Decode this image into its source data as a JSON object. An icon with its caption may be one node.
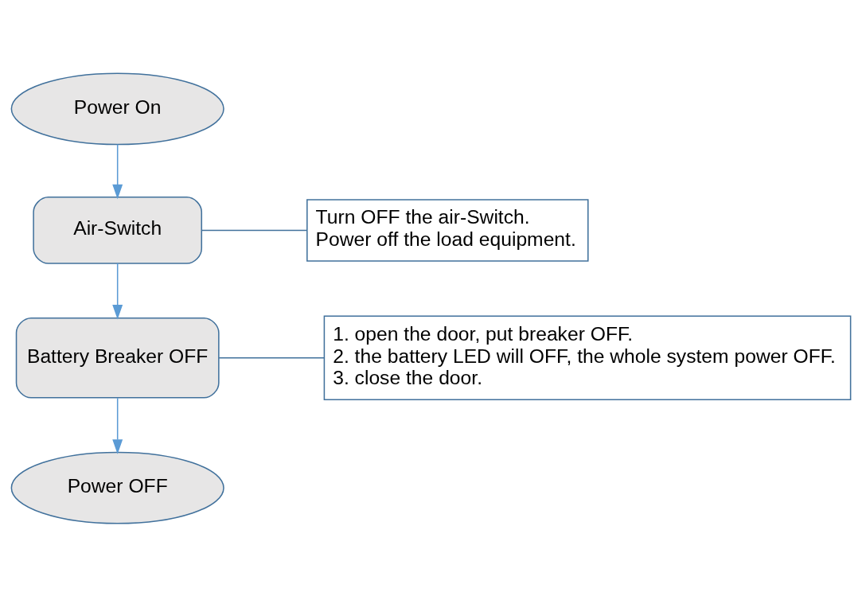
{
  "diagram": {
    "nodes": [
      {
        "text": [
          "Power On"
        ]
      },
      {
        "text": [
          "Air-Switch"
        ]
      },
      {
        "text": [
          "Battery Breaker OFF"
        ]
      },
      {
        "text": [
          "Power OFF"
        ]
      },
      {
        "text": [
          "Turn OFF the air-Switch.",
          "Power off the load equipment."
        ]
      },
      {
        "text": [
          "1. open the door, put breaker OFF.",
          "2. the battery LED will OFF, the whole system power OFF.",
          "3. close the door."
        ]
      }
    ],
    "edges": [
      {
        "from": 0,
        "to": 1,
        "arrow": "to",
        "color": "#5b9bd5"
      },
      {
        "from": 1,
        "to": 2,
        "arrow": "to",
        "color": "#5b9bd5"
      },
      {
        "from": 2,
        "to": 3,
        "arrow": "to",
        "color": "#5b9bd5"
      },
      {
        "from": 4,
        "to": 1,
        "arrow": "none"
      },
      {
        "from": 5,
        "to": 2,
        "arrow": "none"
      }
    ]
  }
}
